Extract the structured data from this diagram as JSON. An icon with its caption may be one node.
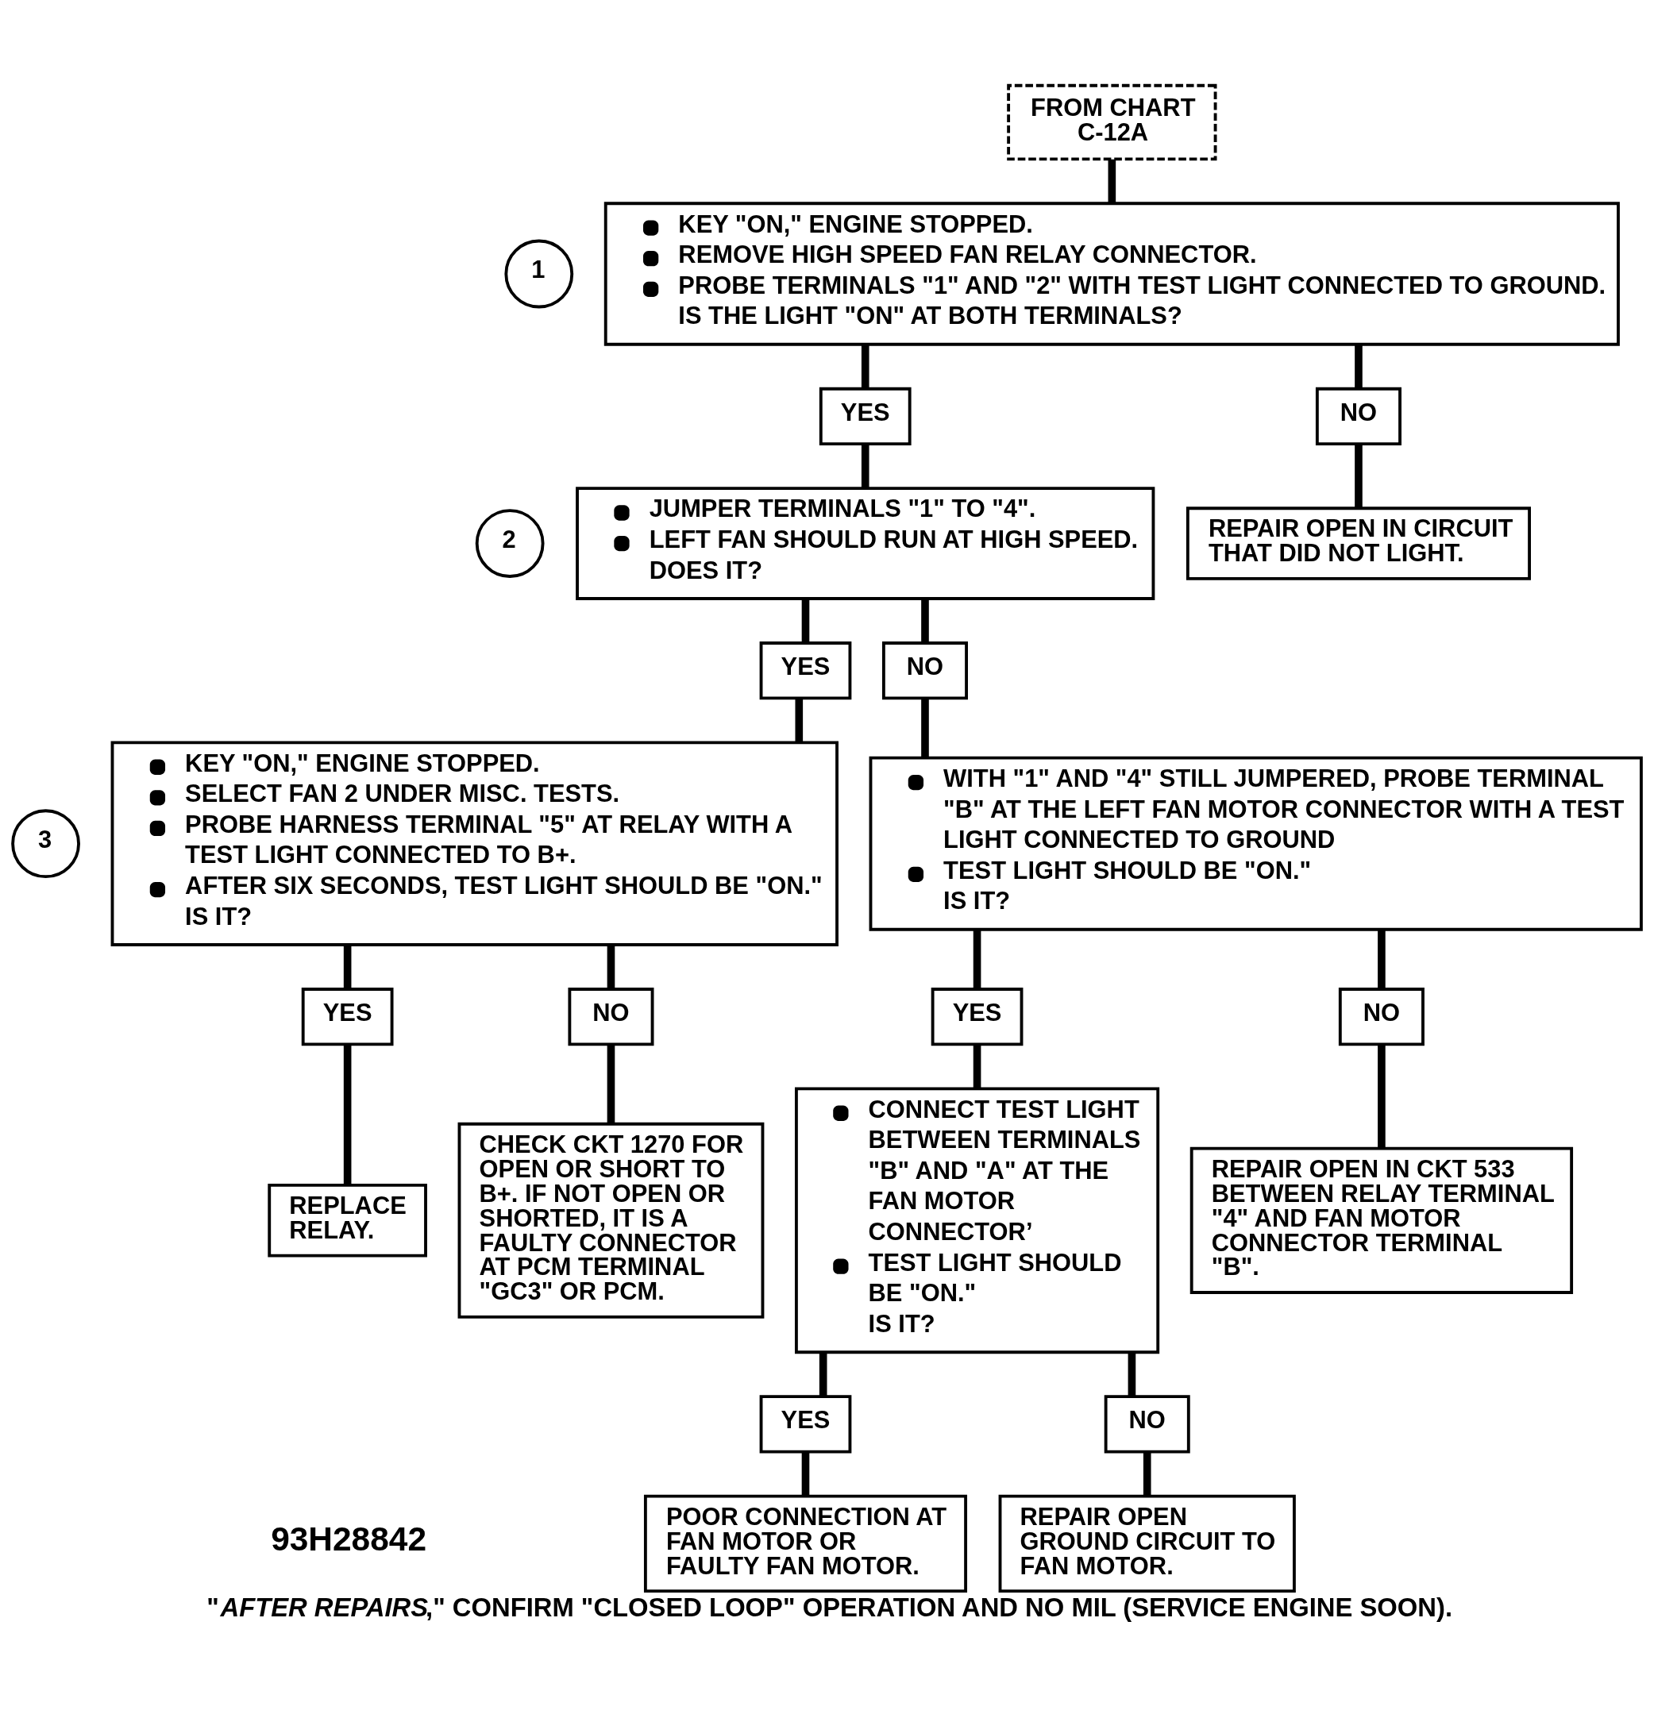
{
  "diagram": {
    "caption": "\"*AFTER REPAIRS*,\" CONFIRM \"CLOSED LOOP\" OPERATION AND NO MIL (SERVICE ENGINE SOON).",
    "nodes": [
      {
        "text": [
          "FROM CHART C-12A"
        ]
      },
      {
        "text": [
          "1"
        ]
      },
      {
        "text": [
          "KEY \"ON,\" ENGINE STOPPED.",
          "REMOVE HIGH SPEED FAN RELAY CONNECTOR.",
          "PROBE TERMINALS \"1\" AND \"2\" WITH TEST LIGHT CONNECTED TO GROUND.",
          "IS THE LIGHT \"ON\" AT BOTH TERMINALS?"
        ]
      },
      {
        "text": [
          "YES"
        ]
      },
      {
        "text": [
          "NO"
        ]
      },
      {
        "text": [
          "2"
        ]
      },
      {
        "text": [
          "JUMPER TERMINALS \"1\" TO \"4\".",
          "LEFT FAN SHOULD RUN AT HIGH SPEED.",
          "DOES IT?"
        ]
      },
      {
        "text": [
          "REPAIR OPEN IN CIRCUIT THAT DID NOT LIGHT."
        ]
      },
      {
        "text": [
          "YES"
        ]
      },
      {
        "text": [
          "NO"
        ]
      },
      {
        "text": [
          "3"
        ]
      },
      {
        "text": [
          "KEY \"ON,\" ENGINE STOPPED.",
          "SELECT FAN 2 UNDER MISC. TESTS.",
          "PROBE HARNESS TERMINAL \"5\" AT RELAY WITH A TEST LIGHT CONNECTED TO B+.",
          "AFTER SIX SECONDS, TEST LIGHT SHOULD BE \"ON.\"",
          "IS IT?"
        ]
      },
      {
        "text": [
          "WITH \"1\" AND \"4\" STILL JUMPERED, PROBE TERMINAL \"B\" AT THE LEFT FAN MOTOR CONNECTOR WITH A TEST LIGHT CONNECTED TO GROUND",
          "TEST LIGHT SHOULD BE \"ON.\"",
          "IS IT?"
        ]
      },
      {
        "text": [
          "YES"
        ]
      },
      {
        "text": [
          "NO"
        ]
      },
      {
        "text": [
          "YES"
        ]
      },
      {
        "text": [
          "NO"
        ]
      },
      {
        "text": [
          "REPLACE RELAY."
        ]
      },
      {
        "text": [
          "CHECK CKT 1270 FOR OPEN OR SHORT TO B+. IF NOT OPEN OR SHORTED, IT IS A FAULTY CONNECTOR AT PCM TERMINAL \"GC3\" OR PCM."
        ]
      },
      {
        "text": [
          "CONNECT TEST LIGHT BETWEEN TERMINALS \"B\" AND \"A\" AT THE FAN MOTOR CONNECTOR’",
          "TEST LIGHT SHOULD BE \"ON.\"",
          "IS IT?"
        ]
      },
      {
        "text": [
          "REPAIR OPEN IN CKT 533 BETWEEN RELAY TERMINAL \"4\" AND FAN MOTOR CONNECTOR TERMINAL \"B\"."
        ]
      },
      {
        "text": [
          "YES"
        ]
      },
      {
        "text": [
          "NO"
        ]
      },
      {
        "text": [
          "POOR CONNECTION AT FAN MOTOR OR FAULTY FAN MOTOR."
        ]
      },
      {
        "text": [
          "REPAIR OPEN GROUND CIRCUIT TO FAN MOTOR."
        ]
      }
    ],
    "edges": [
      {
        "from": 0,
        "to": 2,
        "arrow": "none"
      },
      {
        "from": 2,
        "to": 3,
        "arrow": "none"
      },
      {
        "from": 2,
        "to": 4,
        "arrow": "none"
      },
      {
        "from": 3,
        "to": 6,
        "arrow": "none"
      },
      {
        "from": 4,
        "to": 7,
        "arrow": "none"
      },
      {
        "from": 6,
        "to": 8,
        "arrow": "none"
      },
      {
        "from": 6,
        "to": 9,
        "arrow": "none"
      },
      {
        "from": 8,
        "to": 11,
        "arrow": "none"
      },
      {
        "from": 9,
        "to": 12,
        "arrow": "none"
      },
      {
        "from": 11,
        "to": 13,
        "arrow": "none"
      },
      {
        "from": 11,
        "to": 14,
        "arrow": "none"
      },
      {
        "from": 12,
        "to": 15,
        "arrow": "none"
      },
      {
        "from": 12,
        "to": 16,
        "arrow": "none"
      },
      {
        "from": 13,
        "to": 17,
        "arrow": "none"
      },
      {
        "from": 14,
        "to": 18,
        "arrow": "none"
      },
      {
        "from": 15,
        "to": 19,
        "arrow": "none"
      },
      {
        "from": 16,
        "to": 20,
        "arrow": "none"
      },
      {
        "from": 19,
        "to": 21,
        "arrow": "none"
      },
      {
        "from": 19,
        "to": 22,
        "arrow": "none"
      },
      {
        "from": 21,
        "to": 23,
        "arrow": "none"
      },
      {
        "from": 22,
        "to": 24,
        "arrow": "none"
      }
    ],
    "labels": [
      "93H28842"
    ]
  }
}
